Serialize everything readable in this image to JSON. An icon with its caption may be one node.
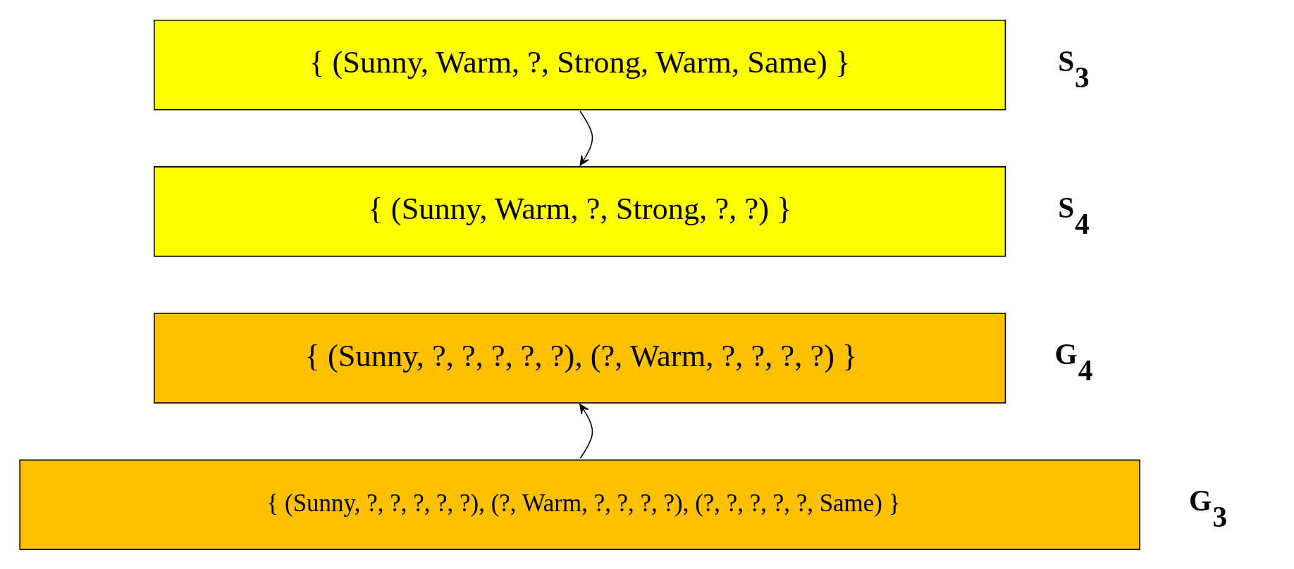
{
  "diagram": {
    "nodes": [
      {
        "text": [
          "{ (Sunny, Warm, ?, Strong, Warm, Same) }"
        ],
        "beside": [
          "S$_{3}$"
        ]
      },
      {
        "text": [
          "{ (Sunny, Warm, ?, Strong, ?, ?) }"
        ],
        "beside": [
          "S$_{4}$"
        ]
      },
      {
        "text": [
          "{ (Sunny, ?, ?, ?, ?, ?), (?, Warm, ?, ?, ?, ?) }"
        ],
        "beside": [
          "G$_{4}$"
        ]
      },
      {
        "text": [
          "{ (Sunny, ?, ?, ?, ?, ?), (?, Warm, ?, ?, ?, ?), (?, ?, ?, ?, ?, Same) }"
        ],
        "beside": [
          "G$_{3}$"
        ]
      }
    ],
    "edges": [
      {
        "from": 0,
        "to": 1,
        "arrow": "to"
      },
      {
        "from": 3,
        "to": 2,
        "arrow": "to"
      }
    ]
  }
}
